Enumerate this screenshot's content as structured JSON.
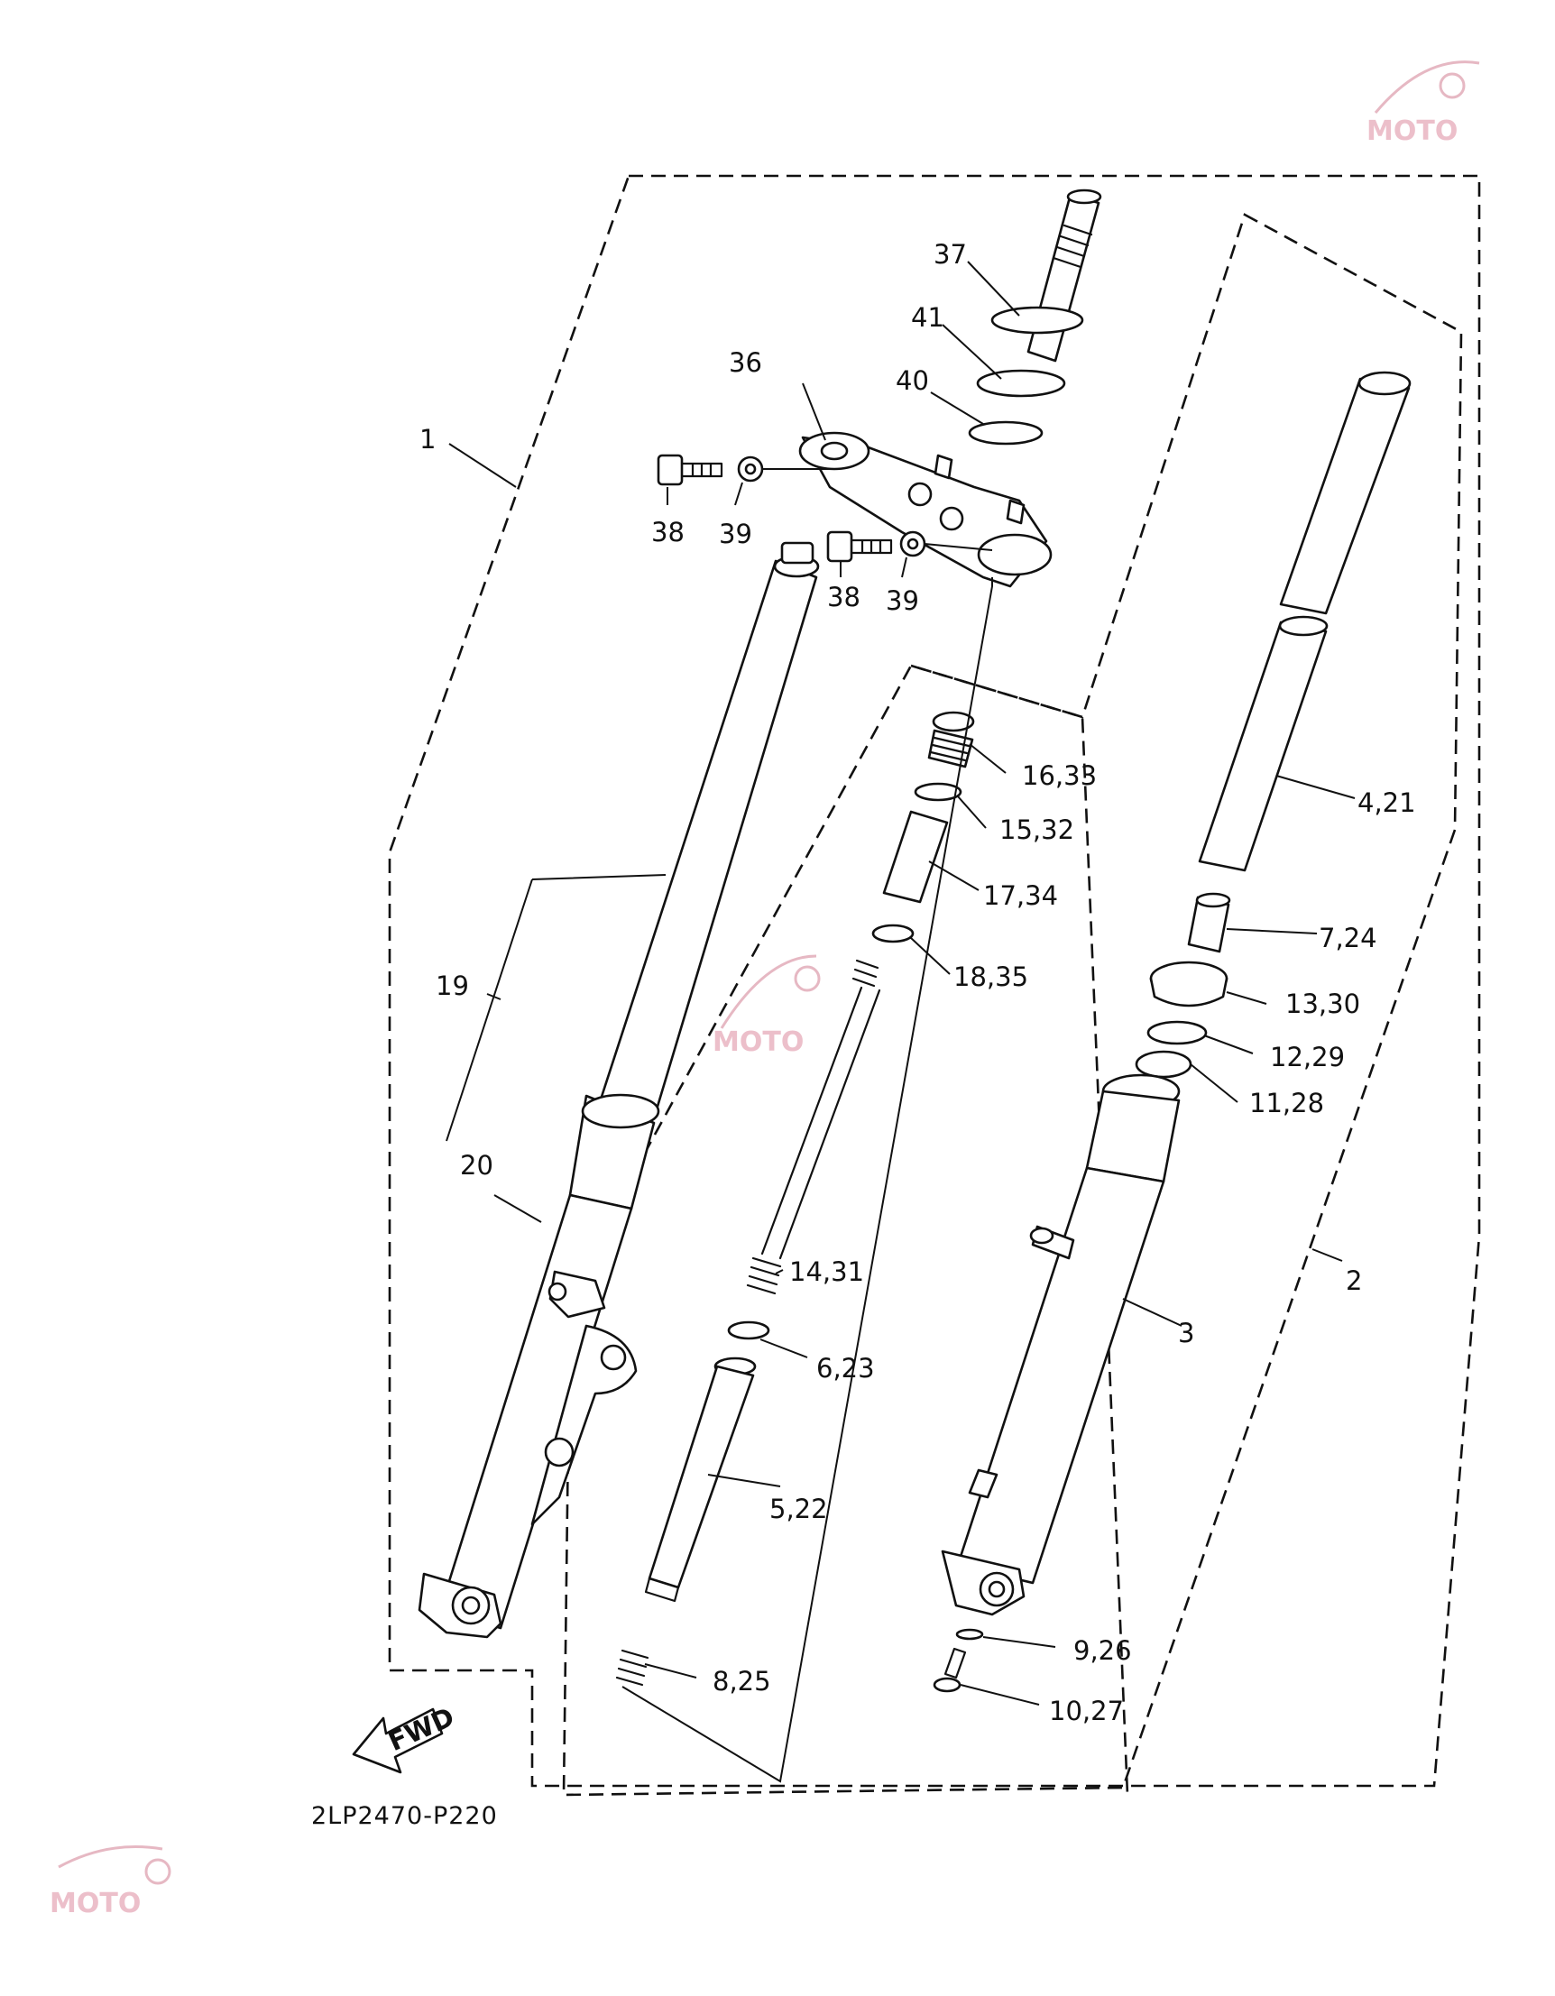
{
  "diagram_code": "2LP2470-P220",
  "direction_arrow": "FWD",
  "callouts": {
    "c1": "1",
    "c2": "2",
    "c3": "3",
    "c4_21": "4,21",
    "c5_22": "5,22",
    "c6_23": "6,23",
    "c7_24": "7,24",
    "c8_25": "8,25",
    "c9_26": "9,26",
    "c10_27": "10,27",
    "c11_28": "11,28",
    "c12_29": "12,29",
    "c13_30": "13,30",
    "c14_31": "14,31",
    "c15_32": "15,32",
    "c16_33": "16,33",
    "c17_34": "17,34",
    "c18_35": "18,35",
    "c19": "19",
    "c20": "20",
    "c36": "36",
    "c37": "37",
    "c38a": "38",
    "c38b": "38",
    "c39a": "39",
    "c39b": "39",
    "c40": "40",
    "c41": "41"
  },
  "colors": {
    "line": "#111111",
    "background": "#ffffff",
    "watermark": "#e0a6b4"
  }
}
